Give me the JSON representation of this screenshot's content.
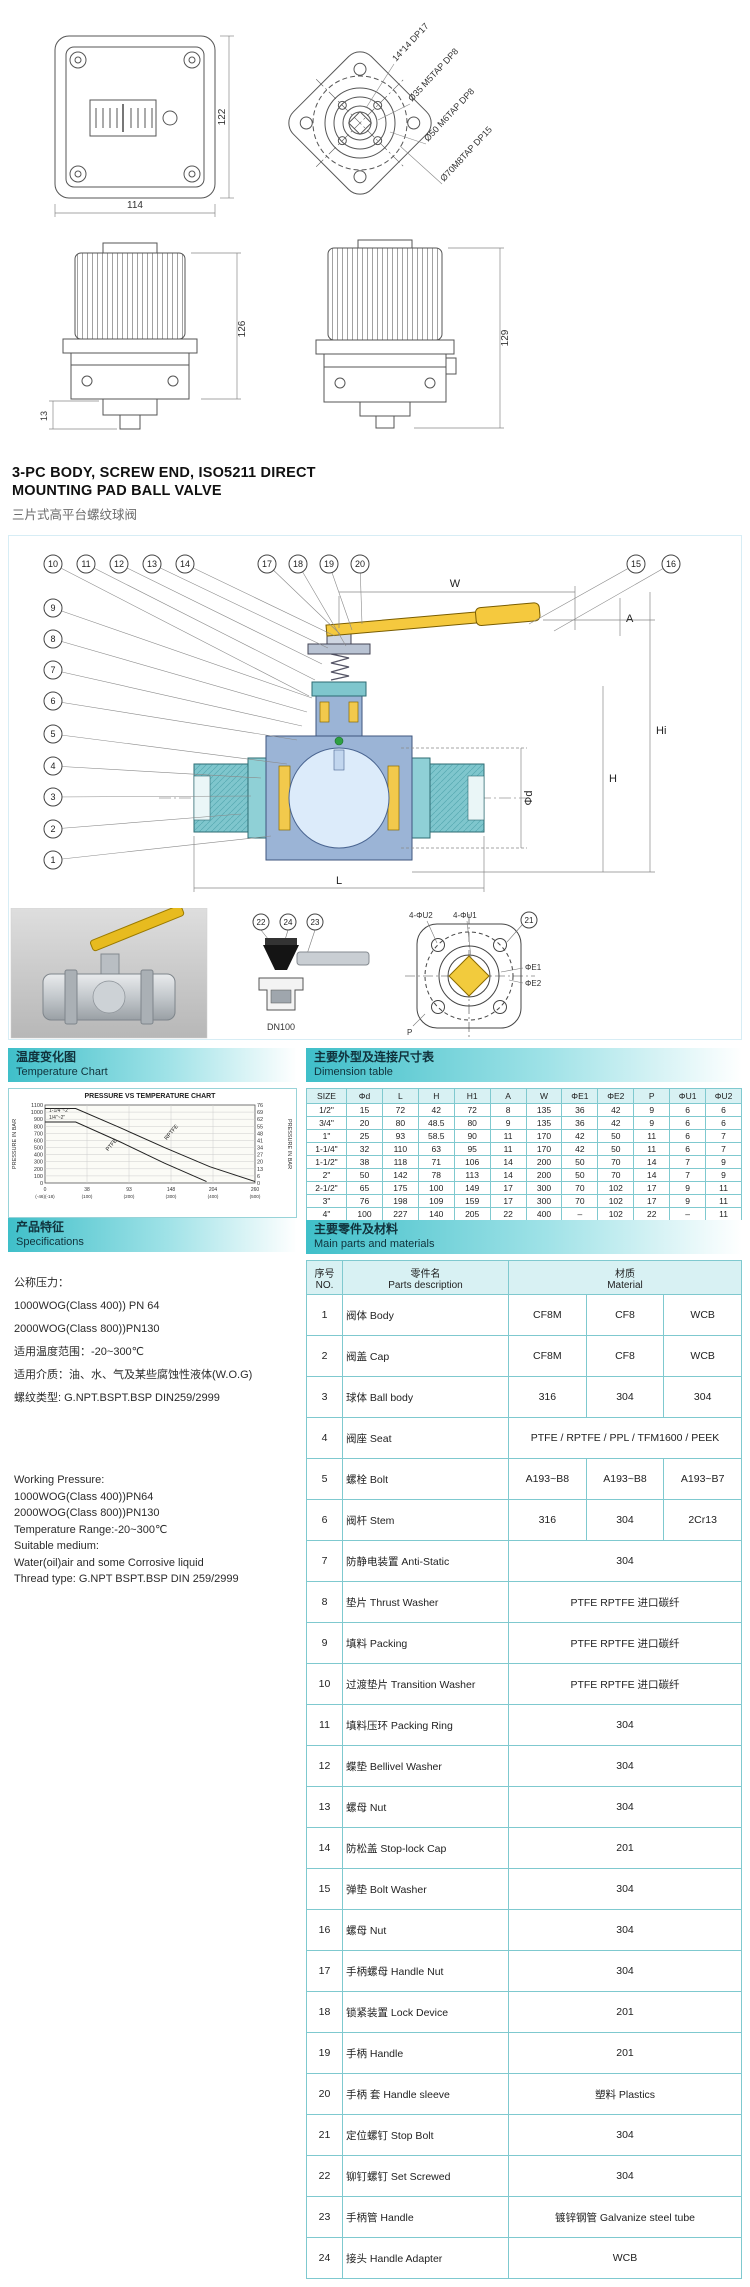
{
  "page": {
    "bg": "#ffffff",
    "accent": "#3fbfc9"
  },
  "drawings": {
    "front_view": {
      "dim_width": "114",
      "dim_height": "122"
    },
    "flange_view": {
      "labels": [
        "14*14 DP17",
        "Ø35 M5TAP DP8",
        "Ø50 M6TAP DP8",
        "Ø70M8TAP DP15"
      ]
    },
    "side_view_left": {
      "dim_height": "126",
      "dim_stem": "13"
    },
    "side_view_right": {
      "dim_height": "129"
    }
  },
  "title": {
    "line1": "3-PC BODY, SCREW END, ISO5211 DIRECT",
    "line2": "MOUNTING PAD BALL VALVE",
    "subtitle_cn": "三片式高平台螺纹球阀"
  },
  "section_diagram": {
    "callouts_top": [
      "10",
      "11",
      "12",
      "13",
      "14",
      "17",
      "18",
      "19",
      "20",
      "15",
      "16"
    ],
    "callouts_left": [
      "9",
      "8",
      "7",
      "6",
      "5",
      "4",
      "3",
      "2",
      "1"
    ],
    "dims": [
      "W",
      "A",
      "Hi",
      "H",
      "Φd",
      "L"
    ]
  },
  "detail_diagram": {
    "callouts": [
      "22",
      "24",
      "23"
    ],
    "label": "DN100"
  },
  "pad_diagram": {
    "callout": "21",
    "labels": [
      "4-ΦU2",
      "4-ΦU1",
      "ΦE1",
      "ΦE2",
      "P"
    ]
  },
  "headers": {
    "temp_chart": {
      "cn": "温度变化图",
      "en": "Temperature Chart"
    },
    "dimension": {
      "cn": "主要外型及连接尺寸表",
      "en": "Dimension table"
    },
    "specs": {
      "cn": "产品特征",
      "en": "Specifications"
    },
    "parts": {
      "cn": "主要零件及材料",
      "en": "Main parts and materials"
    }
  },
  "chart_data": {
    "type": "line",
    "title": "PRESSURE VS TEMPERATURE CHART",
    "xlabel_rows": [
      [
        "0",
        "38",
        "93",
        "148",
        "204",
        "260"
      ],
      [
        "(-46)(-18)",
        "(100)",
        "(200)",
        "(300)",
        "(400)",
        "(500)"
      ]
    ],
    "ylabel_left": "PRESSURE IN BAR",
    "ylabel_right": "PRESSURE IN BAR",
    "yticks_left": [
      "1100",
      "1000",
      "900",
      "800",
      "700",
      "600",
      "500",
      "400",
      "300",
      "200",
      "100",
      "0"
    ],
    "yticks_right": [
      "76",
      "69",
      "62",
      "55",
      "48",
      "41",
      "34",
      "27",
      "20",
      "13",
      "6",
      "0"
    ],
    "x_range": [
      0,
      260
    ],
    "y_range": [
      0,
      1100
    ],
    "annotations": [
      "1-1/4\"~2\"",
      "1/4\"~2\""
    ],
    "series": [
      {
        "name": "PTFE",
        "x": [
          0,
          38,
          93,
          148,
          200
        ],
        "y": [
          860,
          860,
          580,
          280,
          20
        ]
      },
      {
        "name": "RPTFE",
        "x": [
          0,
          38,
          93,
          148,
          204,
          260
        ],
        "y": [
          1050,
          1050,
          780,
          500,
          230,
          20
        ]
      }
    ],
    "grid": true,
    "legend_position": "on-line"
  },
  "dimension_table": {
    "columns": [
      "SIZE",
      "Φd",
      "L",
      "H",
      "H1",
      "A",
      "W",
      "ΦE1",
      "ΦE2",
      "P",
      "ΦU1",
      "ΦU2"
    ],
    "rows": [
      [
        "1/2\"",
        "15",
        "72",
        "42",
        "72",
        "8",
        "135",
        "36",
        "42",
        "9",
        "6",
        "6"
      ],
      [
        "3/4\"",
        "20",
        "80",
        "48.5",
        "80",
        "9",
        "135",
        "36",
        "42",
        "9",
        "6",
        "6"
      ],
      [
        "1\"",
        "25",
        "93",
        "58.5",
        "90",
        "11",
        "170",
        "42",
        "50",
        "11",
        "6",
        "7"
      ],
      [
        "1-1/4\"",
        "32",
        "110",
        "63",
        "95",
        "11",
        "170",
        "42",
        "50",
        "11",
        "6",
        "7"
      ],
      [
        "1-1/2\"",
        "38",
        "118",
        "71",
        "106",
        "14",
        "200",
        "50",
        "70",
        "14",
        "7",
        "9"
      ],
      [
        "2\"",
        "50",
        "142",
        "78",
        "113",
        "14",
        "200",
        "50",
        "70",
        "14",
        "7",
        "9"
      ],
      [
        "2-1/2\"",
        "65",
        "175",
        "100",
        "149",
        "17",
        "300",
        "70",
        "102",
        "17",
        "9",
        "11"
      ],
      [
        "3\"",
        "76",
        "198",
        "109",
        "159",
        "17",
        "300",
        "70",
        "102",
        "17",
        "9",
        "11"
      ],
      [
        "4\"",
        "100",
        "227",
        "140",
        "205",
        "22",
        "400",
        "–",
        "102",
        "22",
        "–",
        "11"
      ]
    ]
  },
  "specs": {
    "lines_cn": [
      "公称压力：",
      "1000WOG(Class 400)) PN 64",
      "2000WOG(Class 800))PN130",
      "适用温度范围：-20~300℃",
      "适用介质：油、水、气及某些腐蚀性液体(W.O.G)",
      "螺纹类型: G.NPT.BSPT.BSP DIN259/2999"
    ],
    "lines_en": [
      "Working Pressure:",
      "1000WOG(Class 400))PN64",
      "2000WOG(Class 800))PN130",
      "Temperature Range:-20~300℃",
      "Suitable medium:",
      "Water(oil)air and some Corrosive liquid",
      "Thread type: G.NPT BSPT.BSP DIN 259/2999"
    ]
  },
  "parts_table": {
    "header": {
      "no_cn": "序号",
      "no_en": "NO.",
      "name_cn": "零件名",
      "name_en": "Parts description",
      "mat_cn": "材质",
      "mat_en": "Material"
    },
    "rows": [
      {
        "no": "1",
        "name": "阀体 Body",
        "mats": [
          "CF8M",
          "CF8",
          "WCB"
        ]
      },
      {
        "no": "2",
        "name": "阀盖 Cap",
        "mats": [
          "CF8M",
          "CF8",
          "WCB"
        ]
      },
      {
        "no": "3",
        "name": "球体 Ball body",
        "mats": [
          "316",
          "304",
          "304"
        ]
      },
      {
        "no": "4",
        "name": "阀座 Seat",
        "span": "PTFE / RPTFE / PPL / TFM1600 / PEEK"
      },
      {
        "no": "5",
        "name": "螺栓 Bolt",
        "mats": [
          "A193~B8",
          "A193~B8",
          "A193~B7"
        ]
      },
      {
        "no": "6",
        "name": "阀杆 Stem",
        "mats": [
          "316",
          "304",
          "2Cr13"
        ]
      },
      {
        "no": "7",
        "name": "防静电装置 Anti-Static",
        "span": "304"
      },
      {
        "no": "8",
        "name": "垫片 Thrust Washer",
        "span": "PTFE RPTFE 进口碳纤"
      },
      {
        "no": "9",
        "name": "填料 Packing",
        "span": "PTFE RPTFE 进口碳纤"
      },
      {
        "no": "10",
        "name": "过渡垫片 Transition Washer",
        "span": "PTFE  RPTFE 进口碳纤"
      },
      {
        "no": "11",
        "name": "填料压环 Packing Ring",
        "span": "304"
      },
      {
        "no": "12",
        "name": "蝶垫 Bellivel Washer",
        "span": "304"
      },
      {
        "no": "13",
        "name": "螺母 Nut",
        "span": "304"
      },
      {
        "no": "14",
        "name": "防松盖 Stop-lock Cap",
        "span": "201"
      },
      {
        "no": "15",
        "name": "弹垫 Bolt Washer",
        "span": "304"
      },
      {
        "no": "16",
        "name": "螺母 Nut",
        "span": "304"
      },
      {
        "no": "17",
        "name": "手柄螺母 Handle Nut",
        "span": "304"
      },
      {
        "no": "18",
        "name": "锁紧装置 Lock Device",
        "span": "201"
      },
      {
        "no": "19",
        "name": "手柄 Handle",
        "span": "201"
      },
      {
        "no": "20",
        "name": "手柄 套 Handle sleeve",
        "span": "塑料 Plastics"
      },
      {
        "no": "21",
        "name": "定位螺钉 Stop Bolt",
        "span": "304"
      },
      {
        "no": "22",
        "name": "铆钉螺钉 Set Screwed",
        "span": "304"
      },
      {
        "no": "23",
        "name": "手柄管 Handle",
        "span": "镀锌钢管 Galvanize steel tube"
      },
      {
        "no": "24",
        "name": "接头 Handle Adapter",
        "span": "WCB"
      }
    ]
  }
}
